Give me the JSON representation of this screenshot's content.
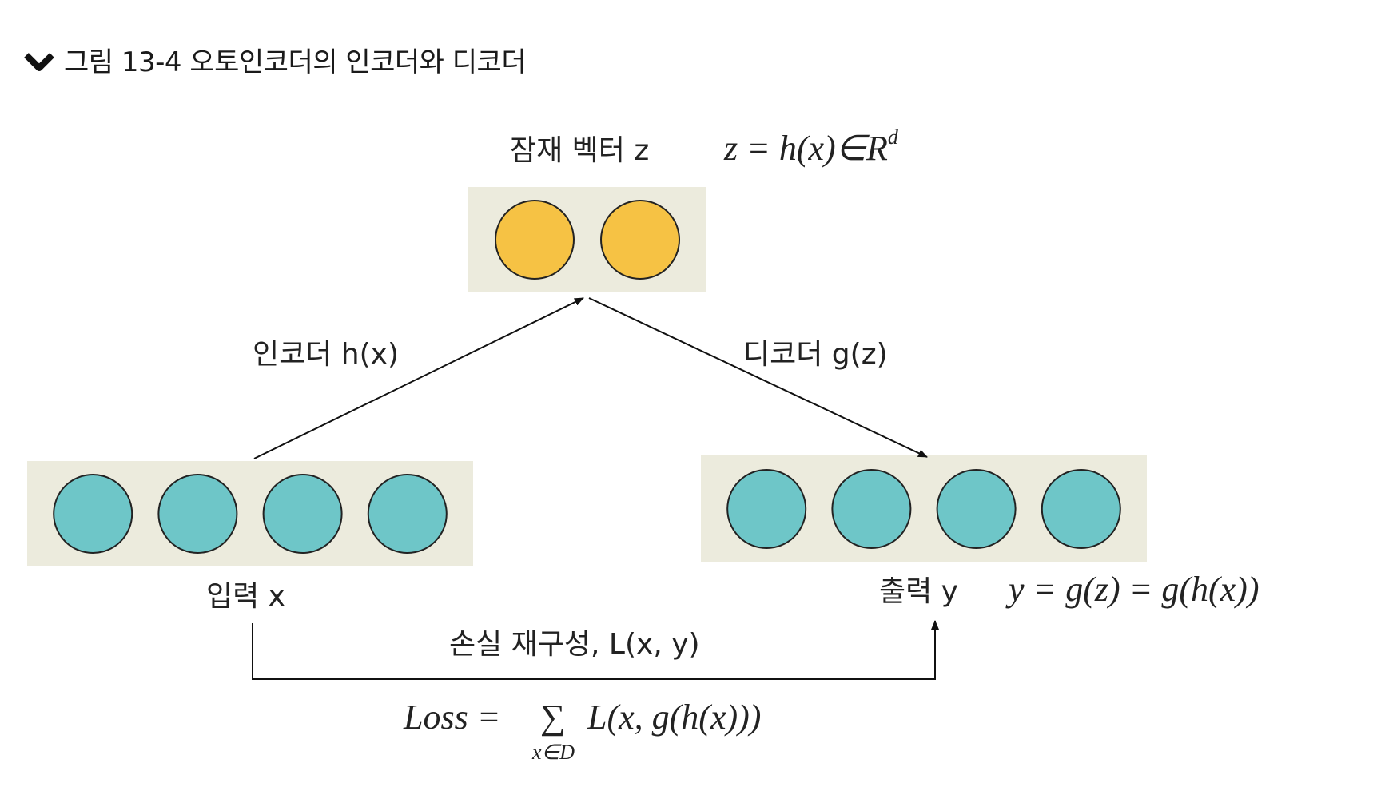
{
  "figure": {
    "caption": "그림 13-4 오토인코더의 인코더와 디코더",
    "caption_icon": "chevron-down-icon"
  },
  "latent": {
    "label": "잠재 벡터 z",
    "formula": "z = h(x)∈R",
    "formula_sup": "d",
    "node_count": 2,
    "node_color": "#f6c244",
    "panel_color": "#ecebdd"
  },
  "encoder": {
    "label": "인코더 h(x)"
  },
  "decoder": {
    "label": "디코더 g(z)"
  },
  "input": {
    "label": "입력 x",
    "node_count": 4,
    "node_color": "#6ec6c8"
  },
  "output": {
    "label": "출력 y",
    "formula": "y = g(z) = g(h(x))",
    "node_count": 4,
    "node_color": "#6ec6c8"
  },
  "loss": {
    "label": "손실 재구성, L(x, y)",
    "formula_left": "Loss = ",
    "sum_symbol": "∑",
    "sum_sub": "x∈D",
    "formula_right": "L(x, g(h(x)))"
  }
}
